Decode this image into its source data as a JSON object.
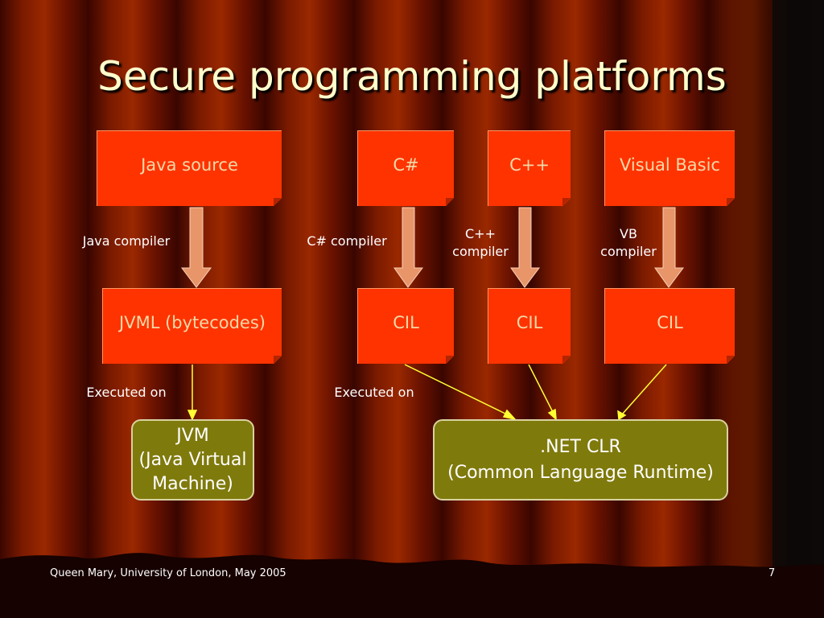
{
  "title": "Secure programming platforms",
  "sources": {
    "java": "Java source",
    "csharp": "C#",
    "cpp": "C++",
    "vb": "Visual Basic"
  },
  "compilers": {
    "java": "Java compiler",
    "csharp": "C# compiler",
    "cpp_line1": "C++",
    "cpp_line2": "compiler",
    "vb_line1": "VB",
    "vb_line2": "compiler"
  },
  "intermediate": {
    "jvml": "JVML (bytecodes)",
    "cil_csharp": "CIL",
    "cil_cpp": "CIL",
    "cil_vb": "CIL"
  },
  "executed": {
    "java": "Executed on",
    "dotnet": "Executed on"
  },
  "runtimes": {
    "jvm_line1": "JVM",
    "jvm_line2": "(Java Virtual",
    "jvm_line3": "Machine)",
    "clr_line1": ".NET CLR",
    "clr_line2": "(Common Language Runtime)"
  },
  "footer": {
    "left": "Queen Mary, University of London, May 2005",
    "page": "7"
  },
  "colors": {
    "note_fill": "#FF3300",
    "runtime_fill": "#7F7A0C",
    "compile_arrow": "#E8956A",
    "exec_arrow": "#FFFF33",
    "title": "#FFFFCC"
  }
}
